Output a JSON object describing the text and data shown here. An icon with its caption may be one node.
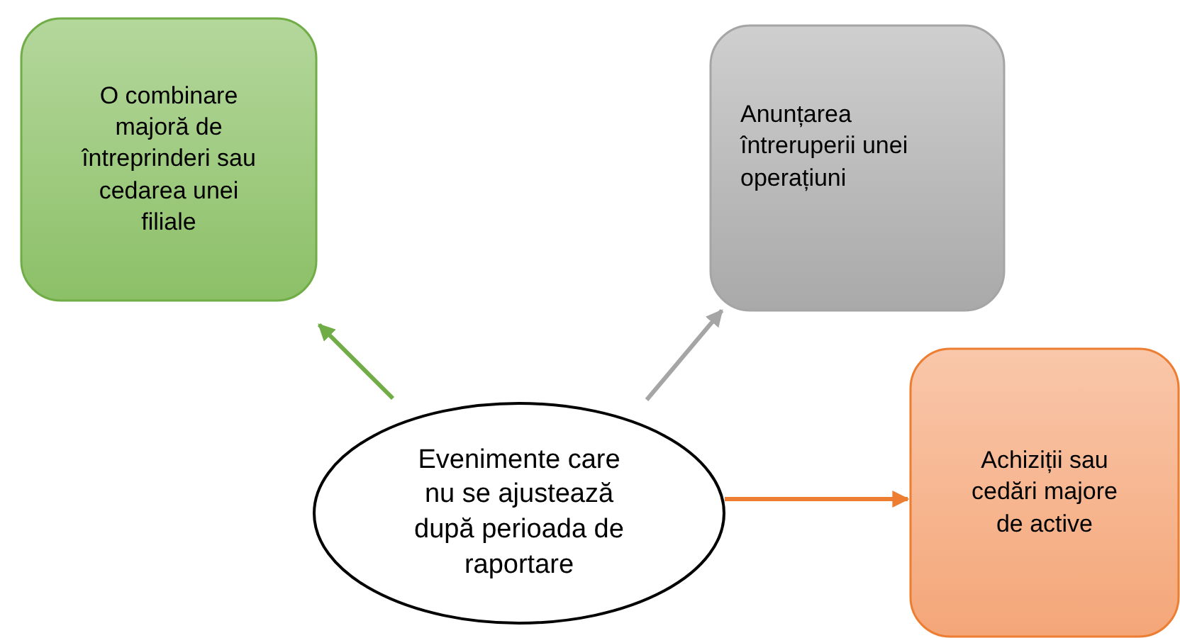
{
  "diagram": {
    "nodes": [
      {
        "text": [
          "O combinare majoră de întreprinderi sau cedarea unei filiale"
        ]
      },
      {
        "text": [
          "Anunțarea întreruperii unei operațiuni"
        ]
      },
      {
        "text": [
          "Achiziții sau cedări majore de active"
        ]
      },
      {
        "text": [
          "Evenimente care nu se ajustează după perioada de raportare"
        ]
      }
    ],
    "edges": [
      {
        "from": 3,
        "to": 0,
        "arrow": "to",
        "color": "#70ad47"
      },
      {
        "from": 3,
        "to": 1,
        "arrow": "to",
        "color": "#a5a5a5"
      },
      {
        "from": 3,
        "to": 2,
        "arrow": "to",
        "color": "#ed7d31"
      }
    ]
  }
}
